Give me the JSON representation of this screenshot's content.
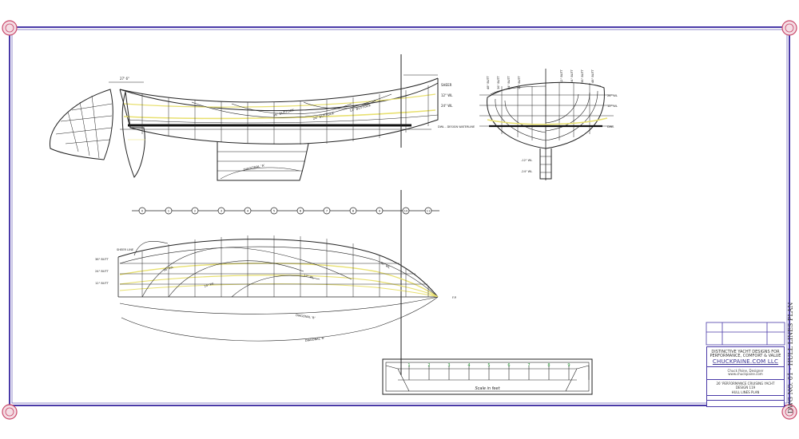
{
  "sheet": {
    "border_color": "#4a3aa8",
    "hull_line_color": "#222222",
    "waterline_accent_color": "#e8e070",
    "ornament_color": "#c9486a",
    "sheet_id": "DWG NO. 01 - HULL LINES PLAN"
  },
  "title_block": {
    "line1": "DISTINCTIVE YACHT DESIGNS FOR",
    "line2": "PERFORMANCE, COMFORT & VALUE",
    "firm": "CHUCKPAINE.COM LLC",
    "contact1": "Chuck Paine, Designer",
    "contact2": "www.chuckpaine.com",
    "project1": "26' PERFORMANCE CRUISING YACHT",
    "project2": "DESIGN 119",
    "drawing": "HULL LINES PLAN"
  },
  "scale_bar": {
    "numbers": [
      "1",
      "2",
      "3",
      "4",
      "5",
      "6",
      "7",
      "8",
      "9"
    ],
    "caption": "Scale in feet"
  },
  "stations": [
    "0",
    "1",
    "2",
    "3",
    "4",
    "5",
    "6",
    "7",
    "8",
    "9",
    "10",
    "11"
  ],
  "profile_labels": {
    "top_dim": "27' 6\"",
    "sheer": "SHEER",
    "lwl_label": "DWL - DESIGN WATERLINE",
    "wl1": "12\" WL",
    "wl2": "24\" WL",
    "butt1": "36\" BUTTOCK",
    "butt2": "24\" BUTTOCK",
    "butt3": "12\" BUTTOCK",
    "keel": "DIAGONAL 'A'"
  },
  "body_labels": {
    "b1": "12\" BUTT",
    "b2": "24\" BUTT",
    "b3": "36\" BUTT",
    "b4": "48\" BUTT",
    "w1": "12\" WL",
    "w2": "24\" WL",
    "dwl": "DWL",
    "d1": "-12\" WL",
    "d2": "-24\" WL"
  },
  "plan_labels": {
    "b1": "36\" BUTT",
    "b2": "24\" BUTT",
    "b3": "12\" BUTT",
    "top": "SHEER LINE",
    "wl1": "36\" WL",
    "wl2": "24\" WL",
    "wl3": "12\" WL",
    "diag1": "DIAGONAL 'B'",
    "diag2": "DIAGONAL 'A'",
    "fp": "F.P."
  }
}
